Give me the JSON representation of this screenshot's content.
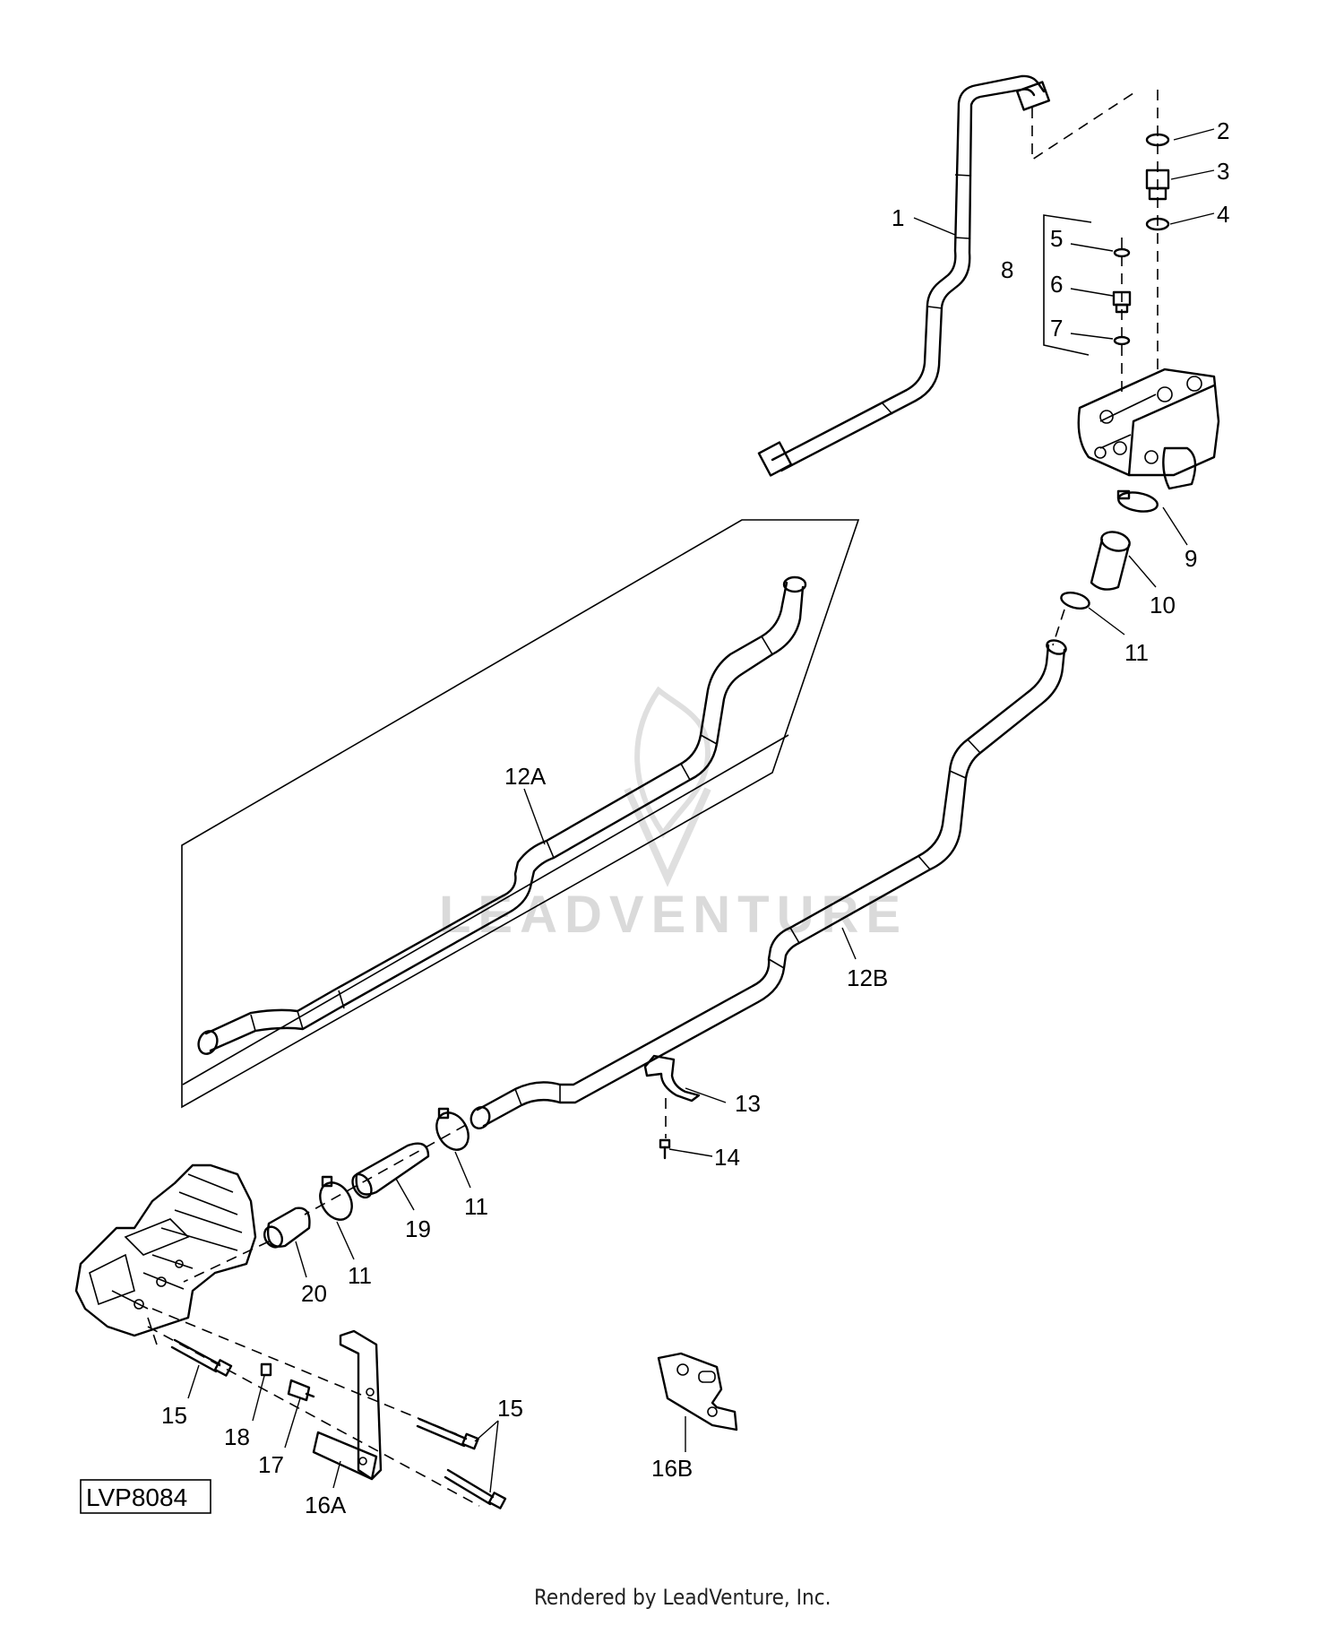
{
  "diagram_code": "LVP8084",
  "watermark": "LEADVENTURE",
  "footer": "Rendered by LeadVenture, Inc.",
  "callouts": {
    "c1": "1",
    "c2": "2",
    "c3": "3",
    "c4": "4",
    "c5": "5",
    "c6": "6",
    "c7": "7",
    "c8": "8",
    "c9": "9",
    "c10": "10",
    "c11a": "11",
    "c12a": "12A",
    "c12b": "12B",
    "c13": "13",
    "c14": "14",
    "c11b": "11",
    "c11c": "11",
    "c19": "19",
    "c20": "20",
    "c15a": "15",
    "c15b": "15",
    "c18": "18",
    "c17": "17",
    "c16a": "16A",
    "c16b": "16B"
  }
}
